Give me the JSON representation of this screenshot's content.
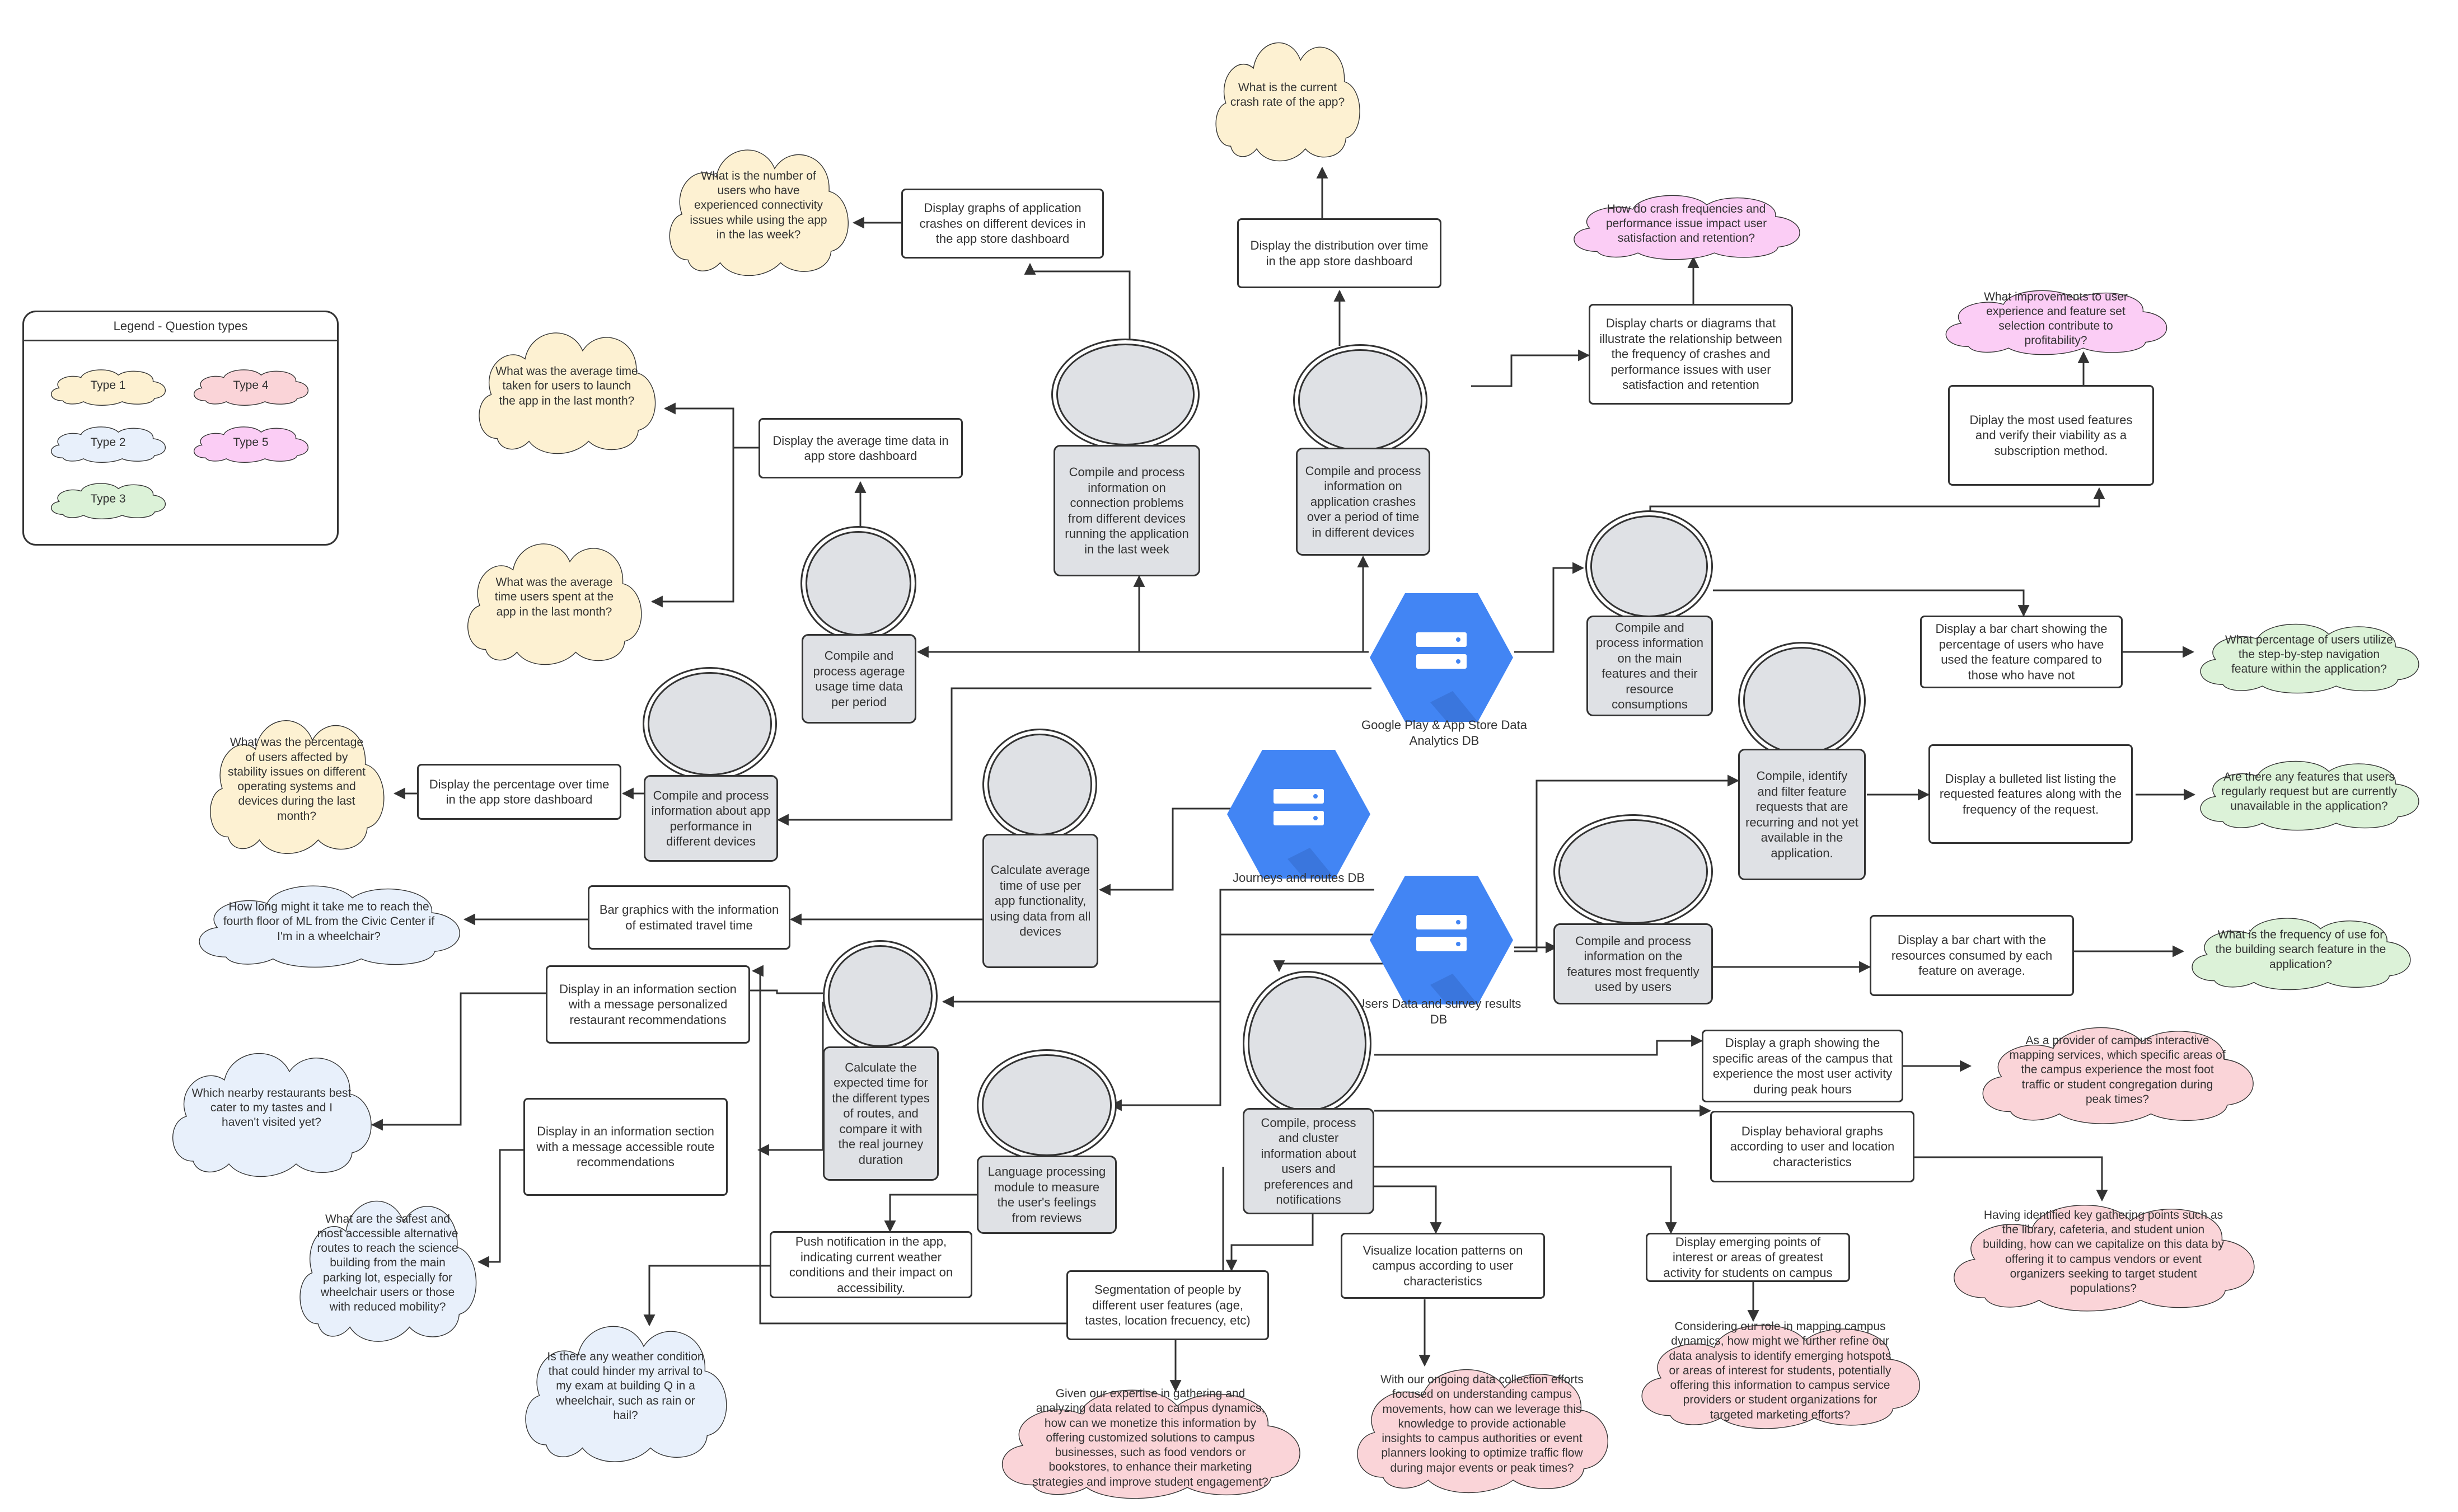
{
  "colors": {
    "type1": "#fdf1d2",
    "type2": "#e8f0fb",
    "type3": "#dcf2d8",
    "type4": "#fad4d8",
    "type5": "#fbcdf5",
    "node_gray": "#dfe1e5",
    "db_blue": "#4285f4",
    "line": "#333333"
  },
  "legend": {
    "title": "Legend - Question types",
    "types": [
      "Type 1",
      "Type 2",
      "Type 3",
      "Type 4",
      "Type 5"
    ]
  },
  "databases": {
    "gp": "Google Play & App Store Data Analytics DB",
    "jr": "Journeys and routes DB",
    "us": "Users Data and survey results DB"
  },
  "process": {
    "connection": "Compile and process information on connection problems from different devices running the application in the last week",
    "crashes": "Compile and process information on application crashes over a period of time in different devices",
    "features": "Compile and process information on the main features and their resource consumptions",
    "usage_time": "Compile and process agerage usage time data per period",
    "performance": "Compile and process information about app performance in different devices",
    "avg_use": "Calculate average time of use per app functionality, using data from all devices",
    "filter_requests": "Compile,  identify and filter feature requests that are recurring and not yet available in the application.",
    "most_used": "Compile and process information on the features most frequently used by users",
    "expected_time": "Calculate the expected time for the different types of routes, and compare it with the real journey duration",
    "language": "Language processing module to measure the user's feelings from reviews",
    "cluster": "Compile, process and cluster information about users and preferences and notifications"
  },
  "outputs": {
    "graphs_crashes": "Display graphs of application crashes on different devices in the app store dashboard",
    "distribution": "Display the distribution over time in the app store dashboard",
    "charts_relationship": "Display charts or diagrams that illustrate the relationship between the frequency of crashes and performance issues with user satisfaction and retention",
    "most_used_features": "Diplay the most used features and verify their viability as a subscription method.",
    "avg_time_dashboard": "Display the average time data in app store dashboard",
    "bar_chart_pct": "Display a bar chart showing the percentage of users who have used the feature compared to those who have not",
    "pct_over_time": "Display the percentage over time in the app store dashboard",
    "bulleted_list": "Display a bulleted list listing the requested features along with the frequency of the request.",
    "bar_travel": "Bar graphics with the information of estimated travel time",
    "bar_resources": "Display a bar chart with the resources consumed by each feature on average.",
    "restaurant_section": "Display in an information section with a message personalized restaurant recommendations",
    "graph_areas": "Display a graph showing the specific areas of the campus that experience the most user activity during peak hours",
    "route_section": "Display in an information section with a message accessible route recommendations",
    "behavioral_graphs": "Display behavioral graphs according to user and location characteristics",
    "push_notification": "Push notification in the app, indicating current weather conditions and their impact on accessibility.",
    "emerging_points": "Display emerging points of interest or areas of greatest activity for students on campus",
    "visualize_location": "Visualize location patterns on campus according to user characteristics",
    "segmentation": "Segmentation of people by different user features (age, tastes, location frecuency, etc)"
  },
  "questions": {
    "crash_rate": "What is the current crash rate of the app?",
    "connectivity_users": "What is the number of users who have experienced connectivity issues while using the app in the las week?",
    "crash_satisfaction": "How do crash frequencies and performance issue impact user satisfaction and retention?",
    "improvements_profit": "What improvements to user experience and feature set selection contribute to profitability?",
    "launch_time": "What was the average time taken for users to launch the app in the last month?",
    "time_spent": "What was the average time users spent at the app in the last month?",
    "stability_pct": "What was the percentage of users affected by stability issues on different operating systems and devices during the last month?",
    "navigation_pct": "What percentage of users utilize the step-by-step navigation feature within the application?",
    "unavailable_features": "Are there any features that users regularly request but are currently unavailable in the application?",
    "fourth_floor": "How long might it take me to reach the fourth floor of ML from the Civic Center if I'm in a wheelchair?",
    "search_frequency": "What is the frequency of use for the building search feature in the application?",
    "restaurants": "Which nearby restaurants best cater to my tastes and I haven't visited yet?",
    "foot_traffic": "As a provider of campus interactive mapping services, which specific areas of the campus experience the most foot traffic or student congregation during peak times?",
    "safest_routes": "What are the safest and most accessible alternative routes to reach the science building from the main parking lot, especially for wheelchair users or those with reduced mobility?",
    "key_points": "Having identified key gathering points  such as the library, cafeteria, and student union building, how can we capitalize on this data by offering it to campus vendors or event organizers seeking to target student populations?",
    "weather": "Is there any weather condition that could hinder my arrival to my exam at building Q in a wheelchair, such as rain or hail?",
    "mapping_role": "Considering our role in mapping campus dynamics, how might we further refine our data analysis to identify emerging hotspots or areas of interest for students, potentially offering this information to campus service providers or student organizations for targeted   marketing efforts?",
    "traffic_flow": "With our ongoing data collection efforts focused on understanding campus movements, how can we leverage this knowledge to provide actionable insights to campus authorities or event planners looking to optimize traffic flow during major events or peak times?",
    "monetize": "Given our expertise in gathering and analyzing data related to campus dynamics, how can we monetize this information by offering customized solutions to campus businesses, such as food vendors or bookstores, to enhance their marketing strategies and improve student engagement?"
  }
}
